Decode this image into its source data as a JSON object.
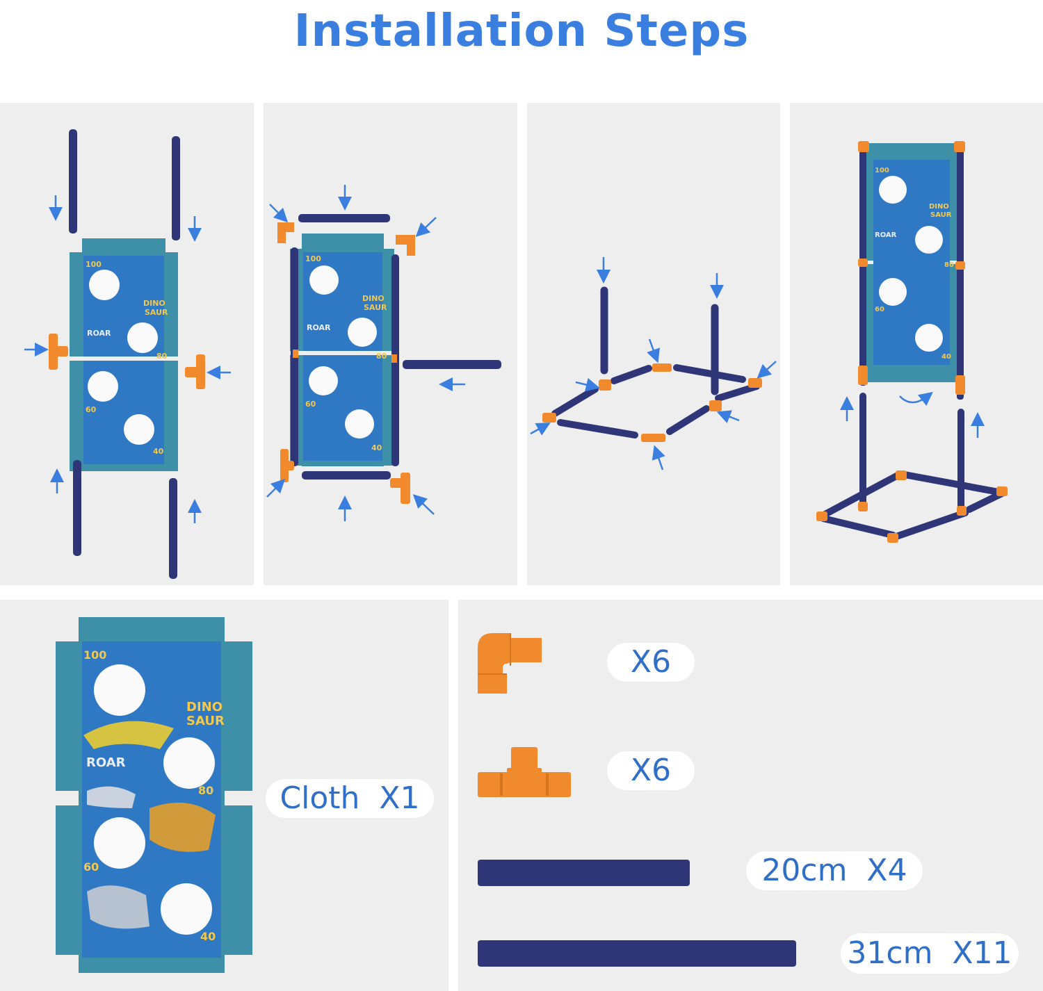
{
  "page": {
    "title": "Installation Steps"
  },
  "colors": {
    "title": "#3a7ee0",
    "panel_bg": "#eeeeee",
    "pipe": "#2f3677",
    "connector": "#f08a2c",
    "arrow": "#3a7ee0",
    "cloth": "#3e8fa8",
    "cloth_print": "#2f78c4",
    "label_text": "#2f6fc7"
  },
  "cloth_print": {
    "scores": [
      "100",
      "80",
      "60",
      "40"
    ],
    "dino": "DINO",
    "saur": "SAUR",
    "roar": "ROAR"
  },
  "steps": [
    {
      "name": "attach-vertical-poles-and-tee-connectors"
    },
    {
      "name": "add-elbow-and-tee-connectors-with-cross-pipes"
    },
    {
      "name": "assemble-base-frame"
    },
    {
      "name": "mount-target-on-base"
    }
  ],
  "parts": {
    "cloth": {
      "label": "Cloth  X1"
    },
    "elbow": {
      "label": "X6",
      "icon": "elbow-connector-icon"
    },
    "tee": {
      "label": "X6",
      "icon": "tee-connector-icon"
    },
    "short_pipe": {
      "label": "20cm  X4",
      "icon": "short-pipe-icon"
    },
    "long_pipe": {
      "label": "31cm  X11",
      "icon": "long-pipe-icon"
    }
  }
}
